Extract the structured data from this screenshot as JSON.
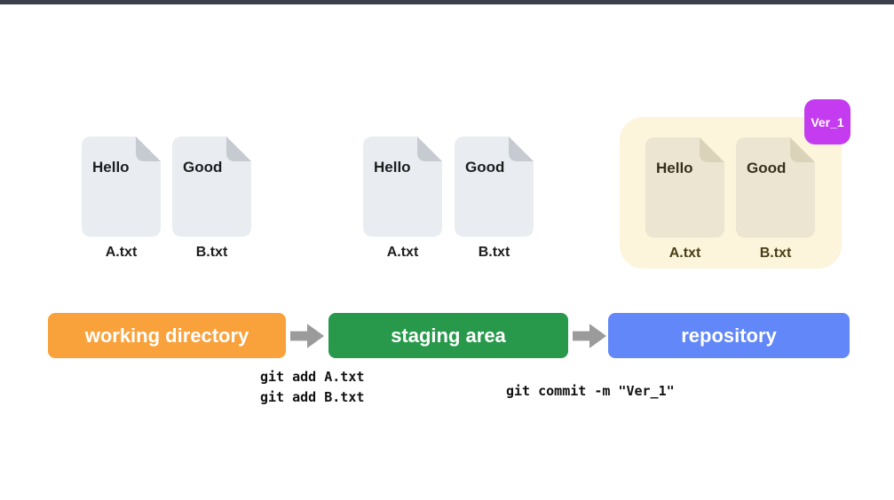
{
  "colors": {
    "topbar": "#3A3F4B",
    "page-bg": "#FFFFFF",
    "doc-bg": "#E9EDF1",
    "doc-fold": "#C5CBD1",
    "doc-text": "#1D1D1D",
    "label": "#1D1D1D",
    "repo-panel": "#FCF5DB",
    "repo-doc-bg": "#EBE5D1",
    "repo-doc-fold": "#DBD3B9",
    "repo-doc-text": "#37301D",
    "repo-label": "#4A3E17",
    "stage-working": "#F9A23C",
    "stage-staging": "#28994B",
    "stage-repository": "#6187F8",
    "arrow": "#9B9B9B",
    "badge": "#C43BF0",
    "badge-text": "#FFFFFF",
    "stage-text": "#FFFFFF"
  },
  "stages": [
    {
      "label": "working directory"
    },
    {
      "label": "staging area"
    },
    {
      "label": "repository"
    }
  ],
  "working_directory": {
    "files": [
      {
        "content": "Hello",
        "name": "A.txt"
      },
      {
        "content": "Good",
        "name": "B.txt"
      }
    ]
  },
  "staging_area": {
    "files": [
      {
        "content": "Hello",
        "name": "A.txt"
      },
      {
        "content": "Good",
        "name": "B.txt"
      }
    ]
  },
  "repository": {
    "version_badge": "Ver_1",
    "files": [
      {
        "content": "Hello",
        "name": "A.txt"
      },
      {
        "content": "Good",
        "name": "B.txt"
      }
    ]
  },
  "commands": {
    "stage_files": [
      "git add A.txt",
      "git add B.txt"
    ],
    "commit": "git commit -m \"Ver_1\""
  }
}
